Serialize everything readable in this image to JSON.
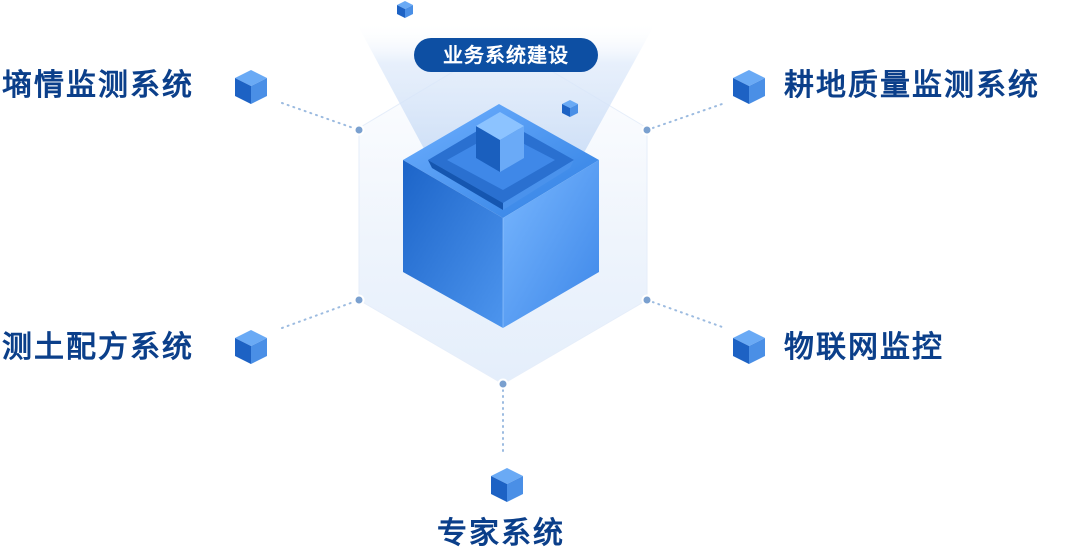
{
  "center": {
    "title": "业务系统建设"
  },
  "nodes": {
    "top_left": "墒情监测系统",
    "top_right": "耕地质量监测系统",
    "bottom_left": "测土配方系统",
    "bottom_right": "物联网监控",
    "bottom": "专家系统"
  },
  "colors": {
    "label": "#0b3f8a",
    "pill": "#0d4fa3",
    "cube_dark": "#0a4fa8",
    "cube_light": "#7ab8ff",
    "hexagon_fill": "#eef5ff",
    "connector_dot": "#8fb2d9"
  }
}
